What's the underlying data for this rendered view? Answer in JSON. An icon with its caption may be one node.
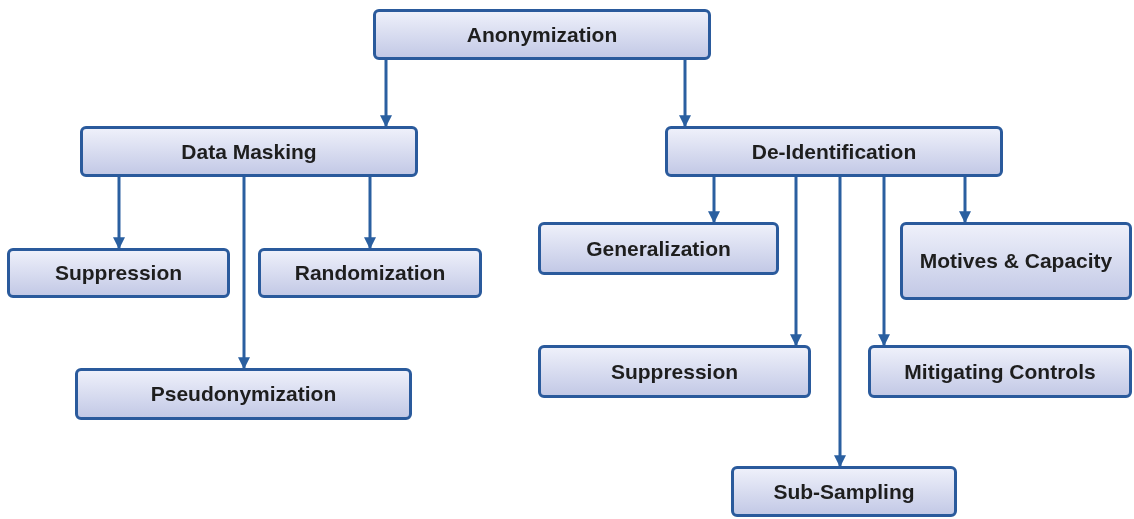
{
  "diagram": {
    "nodes": [
      {
        "text": [
          "Anonymization"
        ]
      },
      {
        "text": [
          "Data Masking"
        ]
      },
      {
        "text": [
          "De-Identification"
        ]
      },
      {
        "text": [
          "Suppression"
        ]
      },
      {
        "text": [
          "Randomization"
        ]
      },
      {
        "text": [
          "Pseudonymization"
        ]
      },
      {
        "text": [
          "Generalization"
        ]
      },
      {
        "text": [
          "Motives & Capacity"
        ]
      },
      {
        "text": [
          "Suppression"
        ]
      },
      {
        "text": [
          "Mitigating Controls"
        ]
      },
      {
        "text": [
          "Sub-Sampling"
        ]
      }
    ],
    "edges": [
      {
        "from": 0,
        "to": 1,
        "arrow": "to"
      },
      {
        "from": 0,
        "to": 2,
        "arrow": "to"
      },
      {
        "from": 1,
        "to": 3,
        "arrow": "to"
      },
      {
        "from": 1,
        "to": 5,
        "arrow": "to"
      },
      {
        "from": 1,
        "to": 4,
        "arrow": "to"
      },
      {
        "from": 2,
        "to": 6,
        "arrow": "to"
      },
      {
        "from": 2,
        "to": 8,
        "arrow": "to"
      },
      {
        "from": 2,
        "to": 10,
        "arrow": "to"
      },
      {
        "from": 2,
        "to": 9,
        "arrow": "to"
      },
      {
        "from": 2,
        "to": 7,
        "arrow": "to"
      }
    ]
  }
}
